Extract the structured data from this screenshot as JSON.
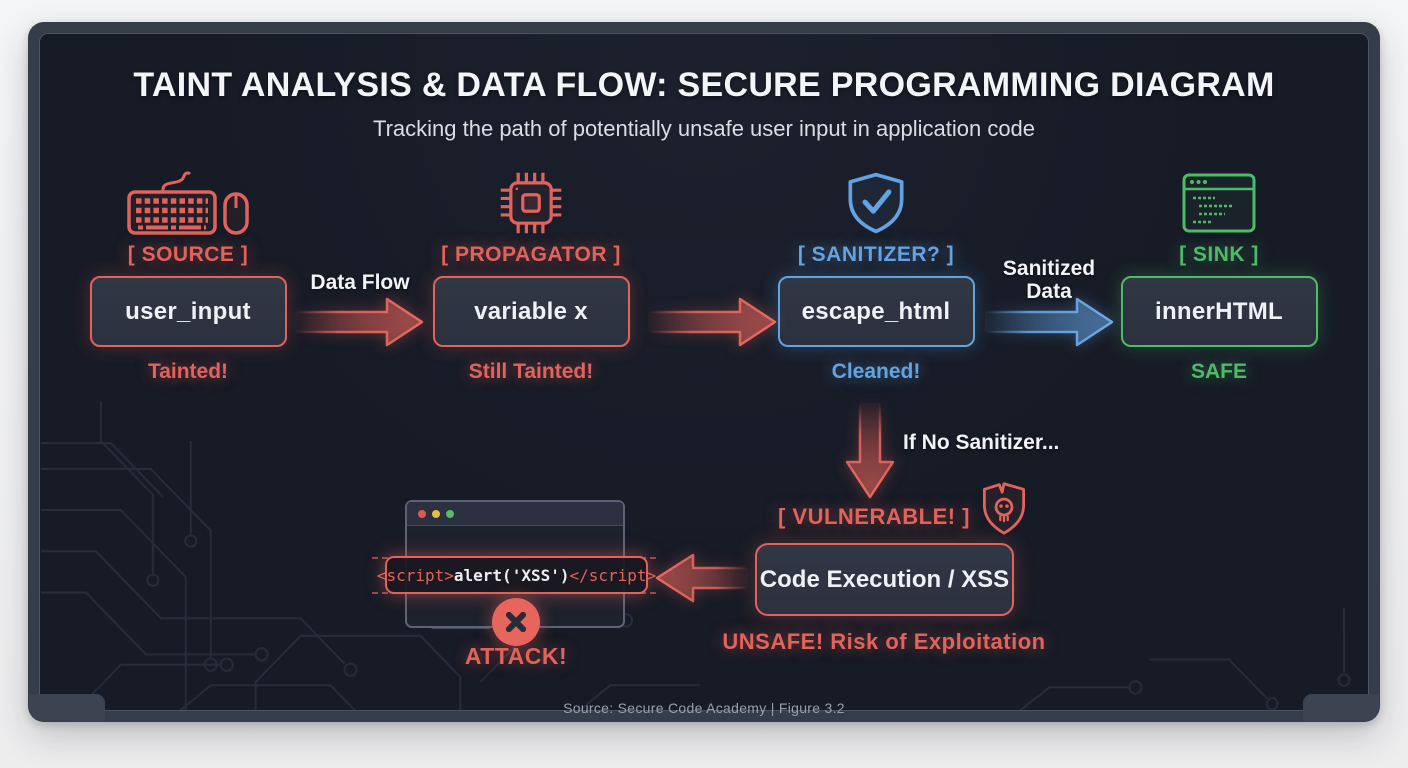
{
  "header": {
    "title": "TAINT ANALYSIS & DATA FLOW: SECURE PROGRAMMING DIAGRAM",
    "subtitle": "Tracking the path of potentially unsafe user input in application code"
  },
  "nodes": [
    {
      "name": "source",
      "icon": "keyboard-mouse-icon",
      "label": "[ SOURCE ]",
      "box": "user_input",
      "status": "Tainted!",
      "accent": "#e2635b"
    },
    {
      "name": "propagator",
      "icon": "cpu-chip-icon",
      "label": "[ PROPAGATOR ]",
      "box": "variable x",
      "status": "Still Tainted!",
      "accent": "#e2635b"
    },
    {
      "name": "sanitizer",
      "icon": "shield-check-icon",
      "label": "[ SANITIZER? ]",
      "box": "escape_html",
      "status": "Cleaned!",
      "accent": "#64a3e3"
    },
    {
      "name": "sink",
      "icon": "code-window-icon",
      "label": "[ SINK ]",
      "box": "innerHTML",
      "status": "SAFE",
      "accent": "#4dbb68"
    }
  ],
  "arrows": {
    "data_flow": "Data Flow",
    "sanitized_line1": "Sanitized",
    "sanitized_line2": "Data",
    "no_sanitizer": "If No Sanitizer..."
  },
  "vulnerable": {
    "icon": "broken-shield-skull-icon",
    "label": "[ VULNERABLE! ]",
    "box": "Code Execution / XSS",
    "status": "UNSAFE! Risk of Exploitation"
  },
  "attack": {
    "code_open": "<script>",
    "code_alert": "alert('XSS')",
    "code_close": "</script>",
    "label": "ATTACK!"
  },
  "footer": {
    "text": "Source: Secure Code Academy | Figure 3.2"
  },
  "colors": {
    "tainted_red": "#e2635b",
    "sanitized_blue": "#64a3e3",
    "safe_green": "#4dbb68",
    "screen_background": "#171b26",
    "bezel": "#353c4a"
  }
}
